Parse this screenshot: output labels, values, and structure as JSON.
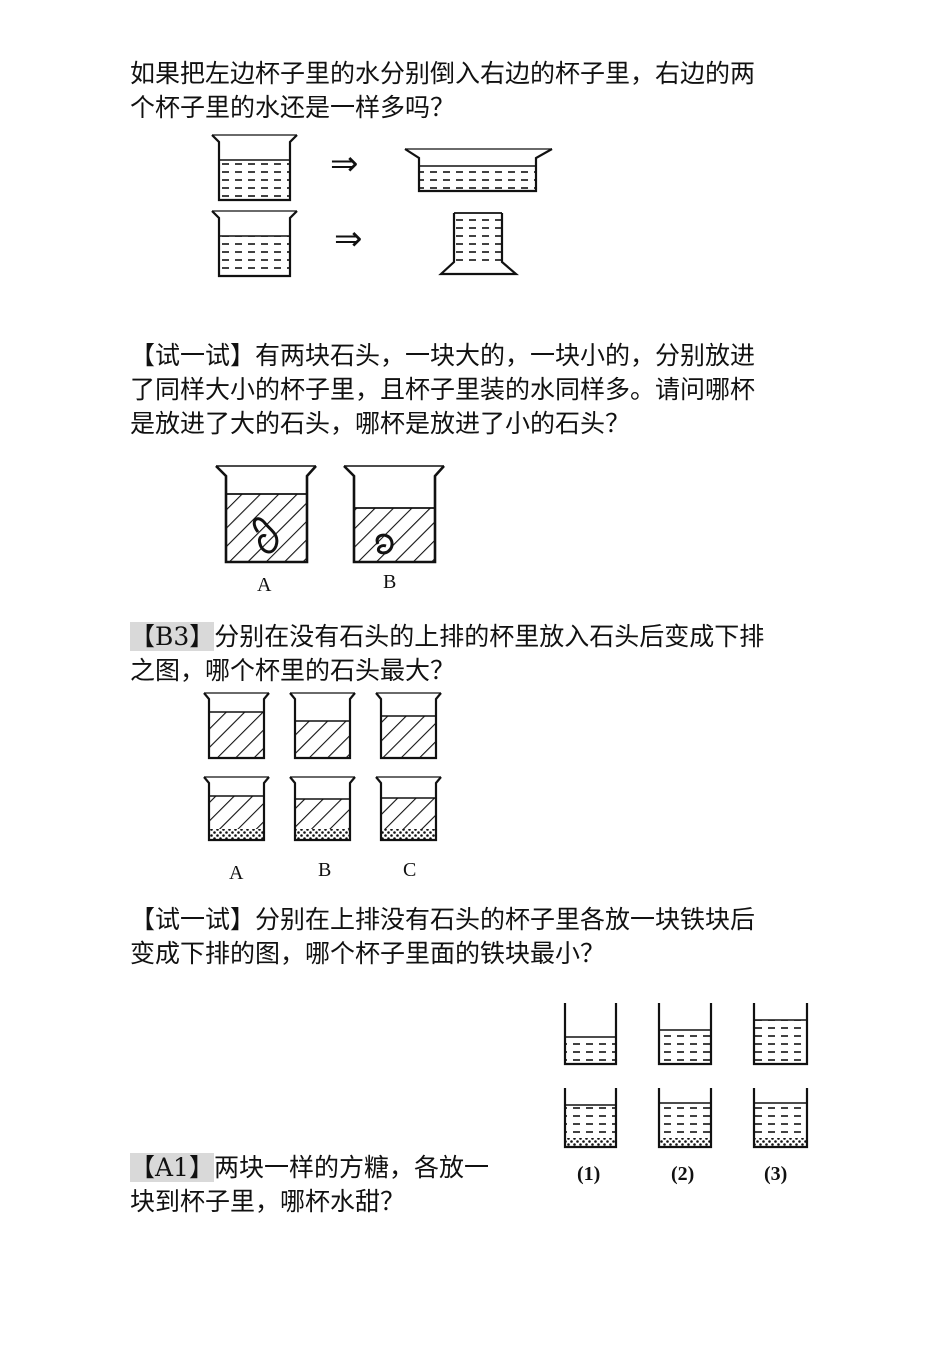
{
  "q1": {
    "line1": "如果把左边杯子里的水分别倒入右边的杯子里，右边的两",
    "line2": "个杯子里的水还是一样多吗？",
    "arrow": "⇒"
  },
  "q2": {
    "line1": "【试一试】有两块石头，一块大的，一块小的，分别放进",
    "line2": "了同样大小的杯子里，且杯子里装的水同样多。请问哪杯",
    "line3": "是放进了大的石头，哪杯是放进了小的石头？",
    "labels": [
      "A",
      "B"
    ]
  },
  "q3": {
    "tag": "【B3】",
    "line1_rest": "分别在没有石头的上排的杯里放入石头后变成下排",
    "line2": "之图，哪个杯里的石头最大？",
    "labels": [
      "A",
      "B",
      "C"
    ]
  },
  "q4": {
    "line1": "【试一试】分别在上排没有石头的杯子里各放一块铁块后",
    "line2": "变成下排的图，哪个杯子里面的铁块最小？",
    "labels": [
      "(1)",
      "(2)",
      "(3)"
    ]
  },
  "q5": {
    "tag": "【A1】",
    "line1_rest": "两块一样的方糖，各放一",
    "line2": "块到杯子里，哪杯水甜？"
  }
}
